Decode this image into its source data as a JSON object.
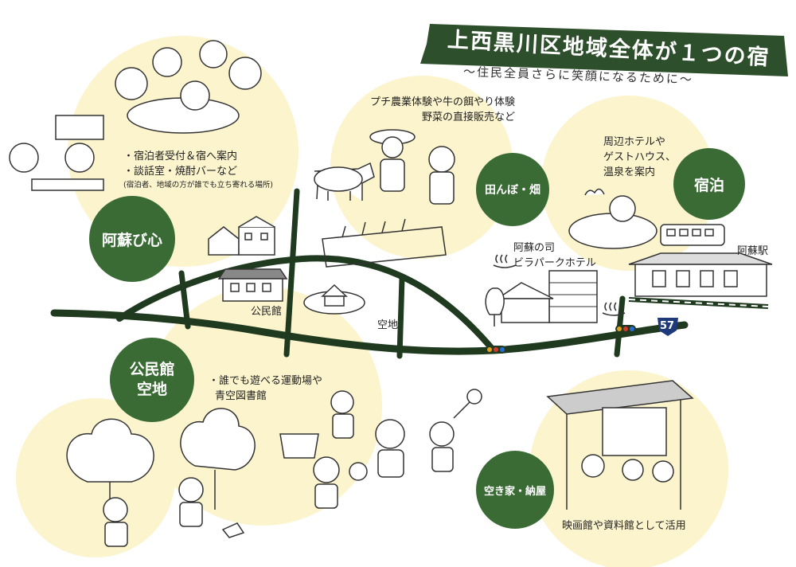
{
  "banner": {
    "title": "上西黒川区地域全体が１つの宿",
    "subtitle": "〜住民全員さらに笑顔になるために〜"
  },
  "zones": {
    "aso_bishin": {
      "label": "阿蘇び心",
      "line1": "・宿泊者受付＆宿へ案内",
      "line2": "・談話室・焼酎バーなど",
      "line3": "(宿泊者、地域の方が誰でも立ち寄れる場所)"
    },
    "farm": {
      "label": "田んぼ・畑",
      "line1": "プチ農業体験や牛の餌やり体験",
      "line2": "野菜の直接販売など"
    },
    "lodging": {
      "label": "宿泊",
      "line1": "周辺ホテルや",
      "line2": "ゲストハウス、",
      "line3": "温泉を案内"
    },
    "community": {
      "label_line1": "公民館",
      "label_line2": "空地",
      "line1": "・誰でも遊べる運動場や",
      "line2": "青空図書館"
    },
    "vacant_house": {
      "label": "空き家・納屋",
      "line1": "映画館や資料館として活用"
    }
  },
  "map_labels": {
    "hotel_line1": "阿蘇の司",
    "hotel_line2": "ビラパークホテル",
    "station": "阿蘇駅",
    "community_hall": "公民館",
    "vacant_lot": "空地",
    "route_number": "57"
  },
  "colors": {
    "accent_green": "#3a6b35",
    "cream": "#fbf4cd",
    "road": "#1f3a1f"
  }
}
